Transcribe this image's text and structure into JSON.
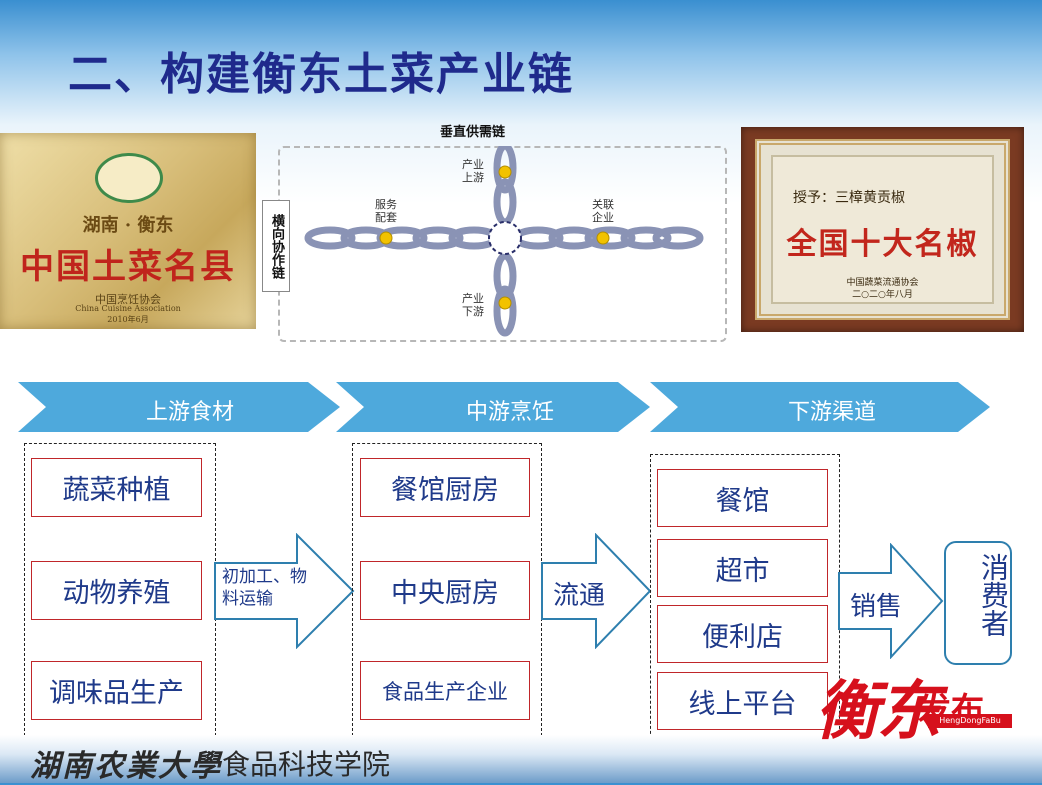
{
  "title": "二、构建衡东土菜产业链",
  "plaque_left": {
    "line1": "湖南 · 衡东",
    "line2": "中国土菜名县",
    "line3": "中国烹饪协会",
    "line4": "China Cuisine Association",
    "line5": "2010年6月"
  },
  "chain": {
    "title": "垂直供需链",
    "side_label": "横向协作链",
    "upstream": "产业上游",
    "downstream": "产业下游",
    "service": "服务配套",
    "related": "关联企业"
  },
  "plaque_right": {
    "line1": "授予：三樟黄贡椒",
    "line2": "全国十大名椒",
    "line3": "中国蔬菜流通协会",
    "line4": "二○二○年八月"
  },
  "stages": [
    "上游食材",
    "中游烹饪",
    "下游渠道"
  ],
  "upstream_items": [
    "蔬菜种植",
    "动物养殖",
    "调味品生产"
  ],
  "mid_items": [
    "餐馆厨房",
    "中央厨房",
    "食品生产企业"
  ],
  "down_items": [
    "餐馆",
    "超市",
    "便利店",
    "线上平台"
  ],
  "arrow1": "初加工、物料运输",
  "arrow2": "流通",
  "arrow3": "销售",
  "consumer": "消费者",
  "footer": {
    "school": "湖南农業大學",
    "college": "食品科技学院"
  },
  "logo": {
    "main": "衡东",
    "sub": "发布",
    "tag": "HengDongFaBu"
  },
  "colors": {
    "title": "#1f2a8c",
    "chevron": "#4ea9dc",
    "item_border": "#c0262a",
    "item_text": "#1f3a8a",
    "logo": "#d6101c"
  }
}
